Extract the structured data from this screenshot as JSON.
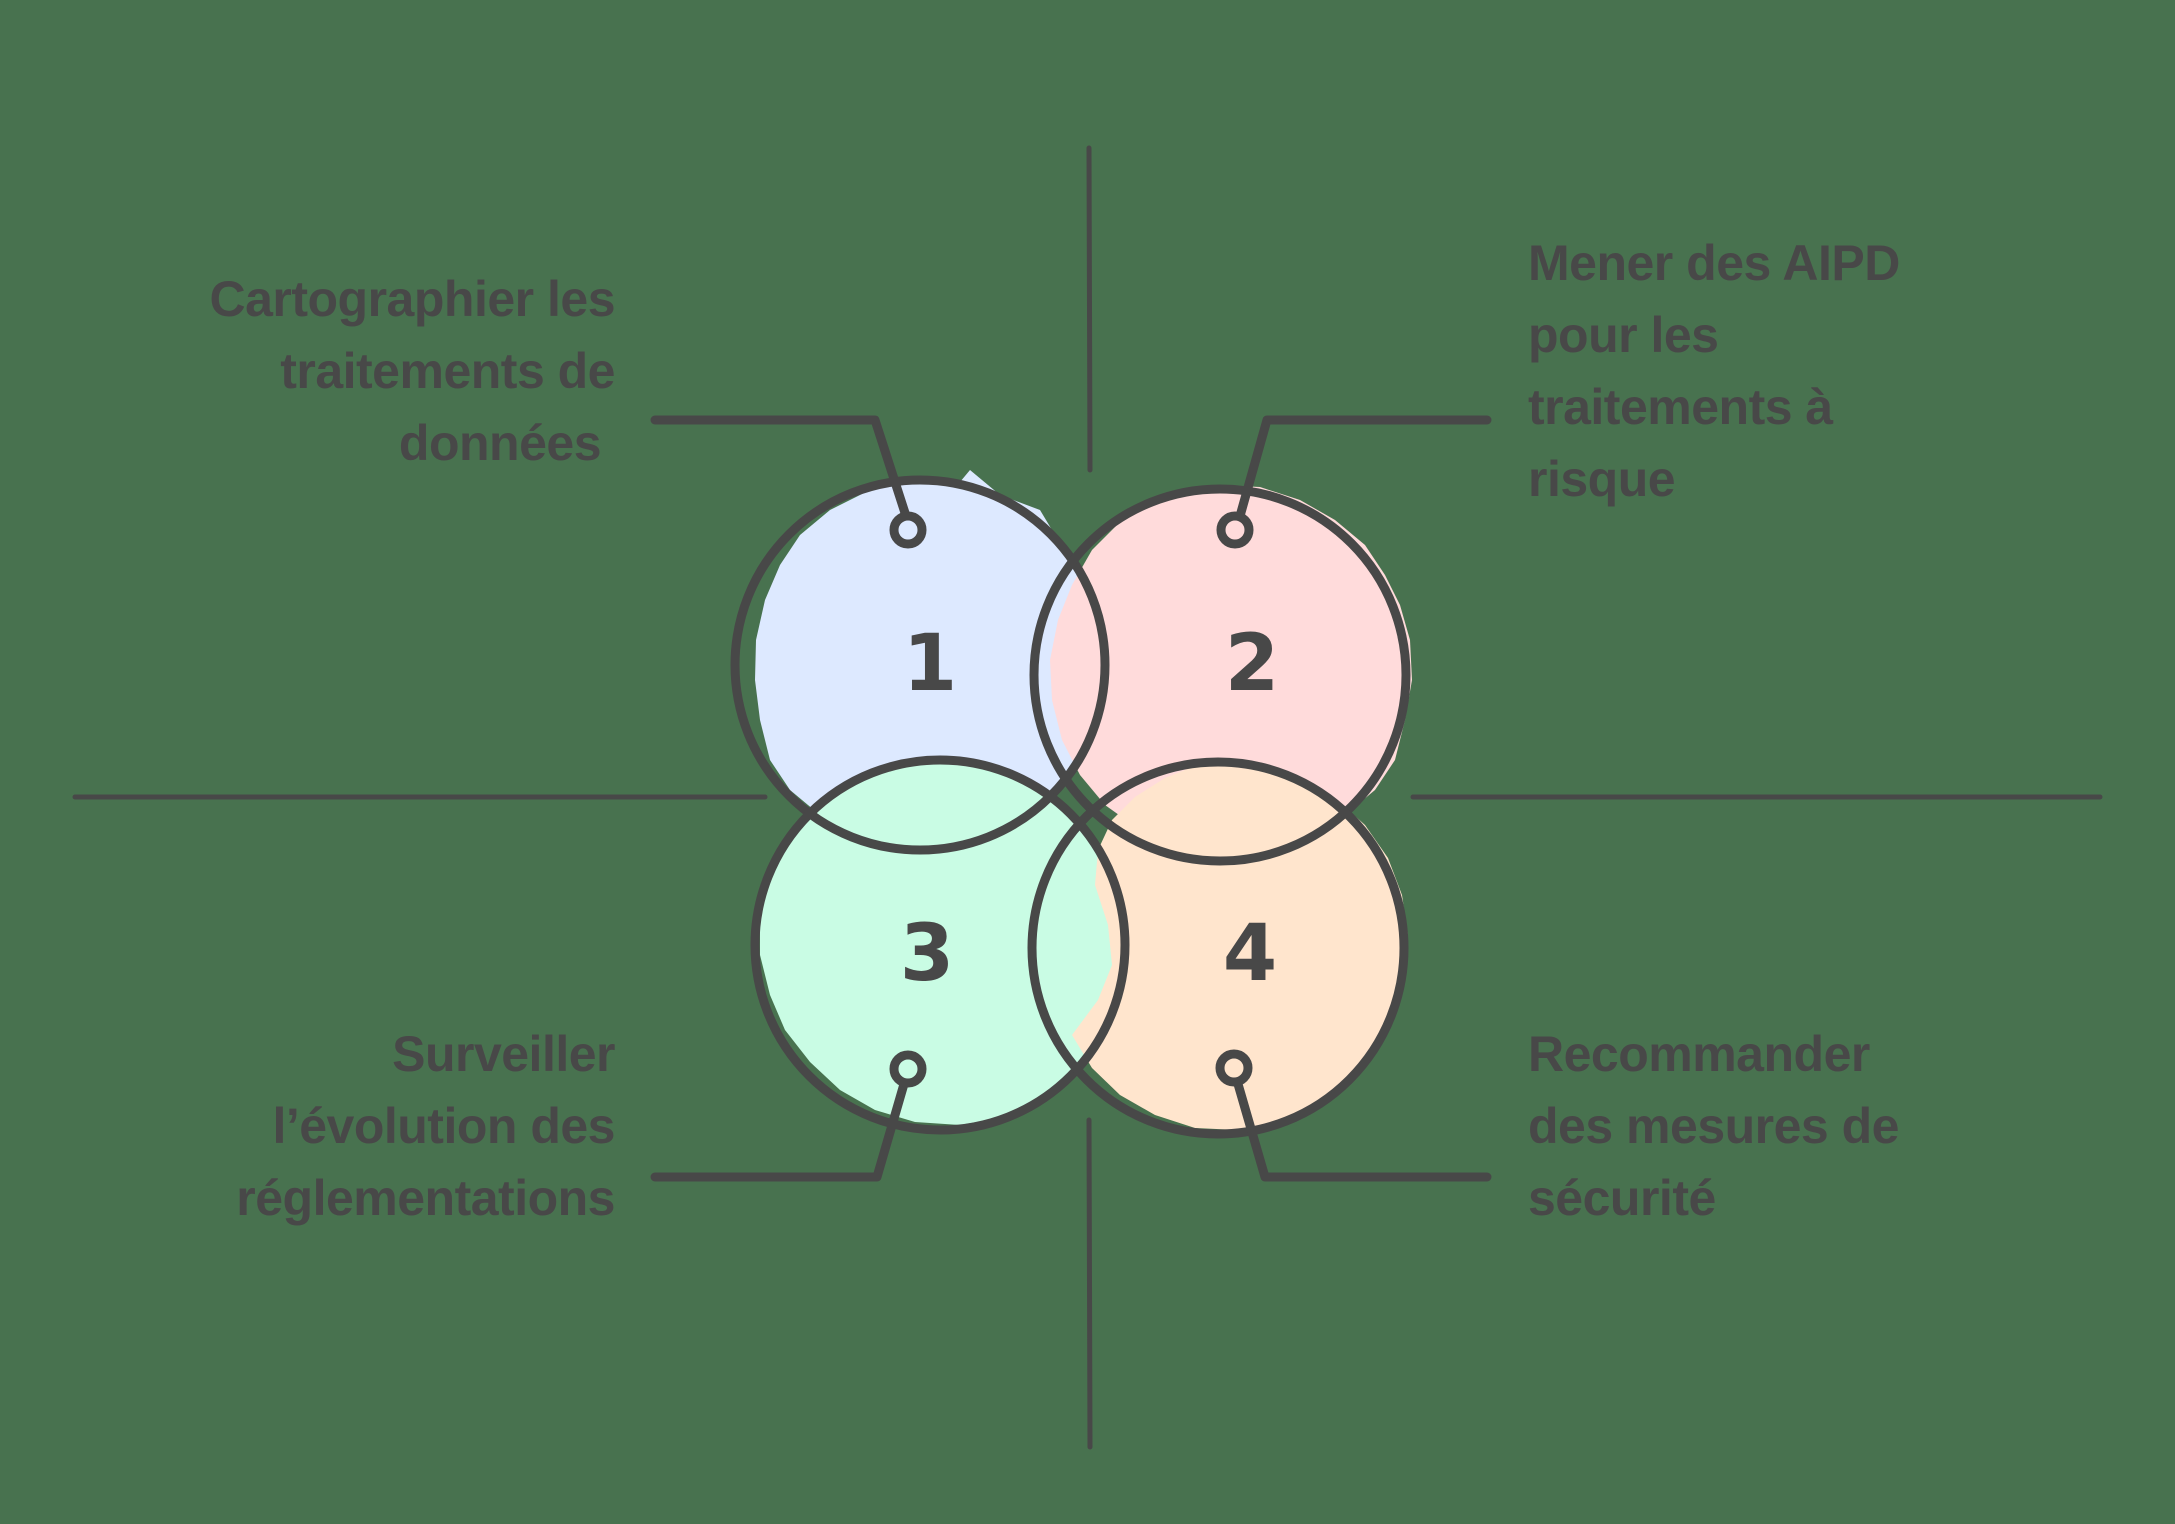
{
  "colors": {
    "background": "#48724f",
    "stroke": "#484848",
    "text": "#484848",
    "circle_1_fill": "#dde9ff",
    "circle_2_fill": "#ffdbdb",
    "circle_3_fill": "#c9fce4",
    "circle_4_fill": "#ffe5cd"
  },
  "diagram": {
    "type": "four-quadrant overlapping circles",
    "items": [
      {
        "number": "1",
        "position": "top-left",
        "lines": [
          "Cartographier les",
          "traitements de",
          "données"
        ]
      },
      {
        "number": "2",
        "position": "top-right",
        "lines": [
          "Mener des AIPD",
          "pour les",
          "traitements à",
          "risque"
        ]
      },
      {
        "number": "3",
        "position": "bottom-left",
        "lines": [
          "Surveiller",
          "l’évolution des",
          "réglementations"
        ]
      },
      {
        "number": "4",
        "position": "bottom-right",
        "lines": [
          "Recommander",
          "des mesures de",
          "sécurité"
        ]
      }
    ]
  }
}
